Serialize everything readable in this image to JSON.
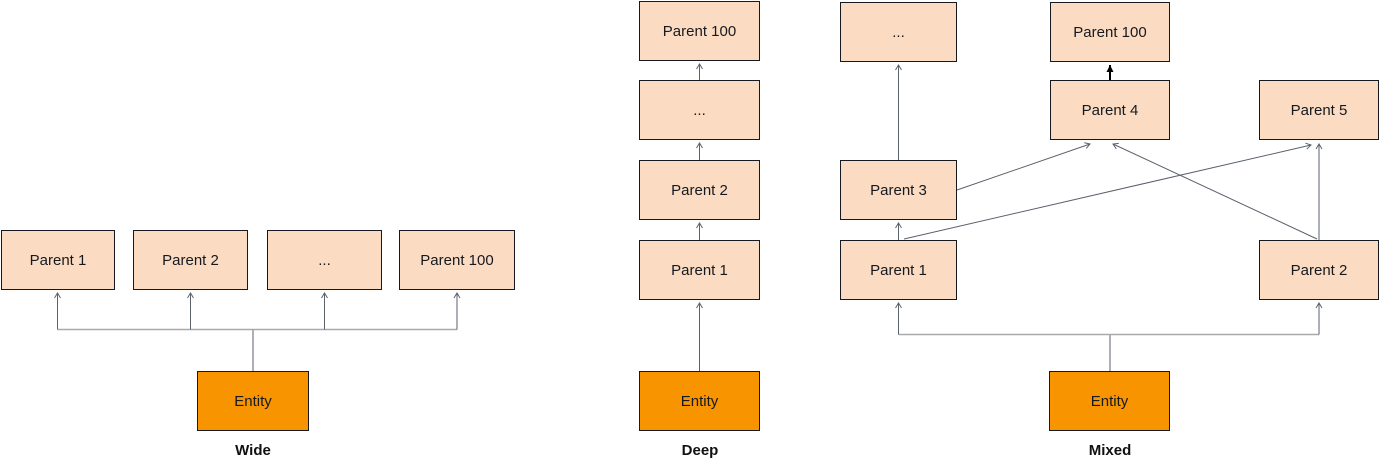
{
  "theme": {
    "background": "#ffffff",
    "parent_fill": "#fbdcc2",
    "parent_border": "#16191f",
    "entity_fill": "#f79400",
    "entity_border": "#16191f",
    "text_color": "#16191f",
    "caption_color": "#111111",
    "edge_color": "#5b626c",
    "branch_color": "#a9a9a9",
    "bold_edge_color": "#000000"
  },
  "diagrams": {
    "wide": {
      "caption": "Wide",
      "entity": "Entity",
      "parents": [
        "Parent 1",
        "Parent 2",
        "...",
        "Parent 100"
      ],
      "edges": [
        {
          "from": "Entity",
          "to": "Parent 1"
        },
        {
          "from": "Entity",
          "to": "Parent 2"
        },
        {
          "from": "Entity",
          "to": "..."
        },
        {
          "from": "Entity",
          "to": "Parent 100"
        }
      ]
    },
    "deep": {
      "caption": "Deep",
      "entity": "Entity",
      "parents": [
        "Parent 1",
        "Parent 2",
        "...",
        "Parent 100"
      ],
      "edges": [
        {
          "from": "Entity",
          "to": "Parent 1"
        },
        {
          "from": "Parent 1",
          "to": "Parent 2"
        },
        {
          "from": "Parent 2",
          "to": "..."
        },
        {
          "from": "...",
          "to": "Parent 100"
        }
      ]
    },
    "mixed": {
      "caption": "Mixed",
      "entity": "Entity",
      "nodes": {
        "parent1": "Parent 1",
        "parent2": "Parent 2",
        "parent3": "Parent 3",
        "parent4": "Parent 4",
        "parent5": "Parent 5",
        "ellipsis": "...",
        "parent100": "Parent 100"
      },
      "edges": [
        {
          "from": "Entity",
          "to": "Parent 1"
        },
        {
          "from": "Entity",
          "to": "Parent 2"
        },
        {
          "from": "Parent 1",
          "to": "Parent 3"
        },
        {
          "from": "Parent 1",
          "to": "Parent 5"
        },
        {
          "from": "Parent 3",
          "to": "..."
        },
        {
          "from": "Parent 3",
          "to": "Parent 4"
        },
        {
          "from": "Parent 2",
          "to": "Parent 4"
        },
        {
          "from": "Parent 2",
          "to": "Parent 5"
        },
        {
          "from": "Parent 4",
          "to": "Parent 100",
          "style": "bold"
        }
      ]
    }
  }
}
